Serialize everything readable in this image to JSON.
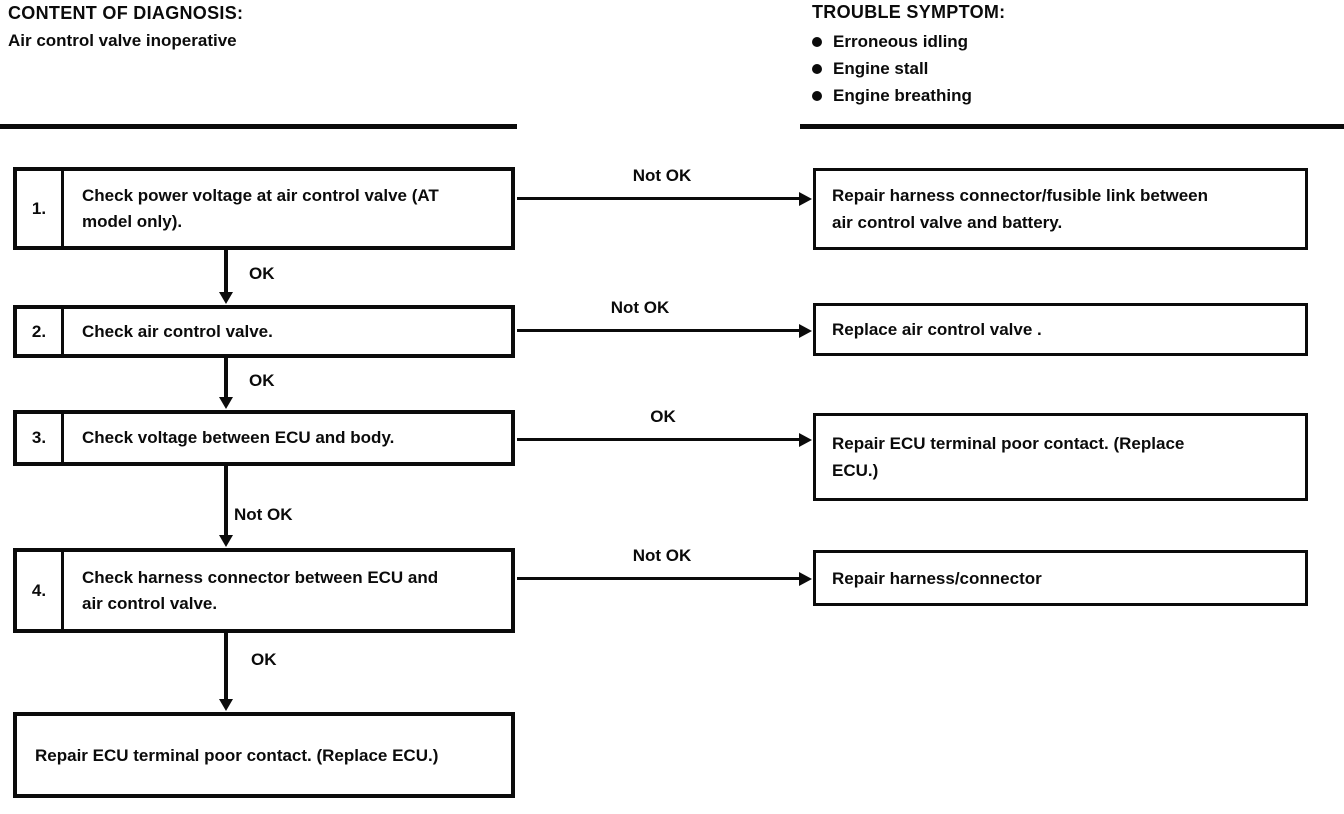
{
  "header": {
    "content_of_diagnosis": {
      "title": "CONTENT OF DIAGNOSIS:",
      "value": "Air control valve inoperative"
    },
    "trouble_symptom": {
      "title": "TROUBLE SYMPTOM:",
      "symptoms": [
        "Erroneous idling",
        "Engine stall",
        "Engine breathing"
      ]
    }
  },
  "flowchart": {
    "steps": [
      {
        "number": "1.",
        "text": "Check power voltage at air control valve (AT model only).",
        "branch_label": "Not OK",
        "branch_result": "Repair harness connector/fusible link between air control valve and battery.",
        "down_label": "OK"
      },
      {
        "number": "2.",
        "text": "Check air control valve.",
        "branch_label": "Not OK",
        "branch_result": "Replace air control valve .",
        "down_label": "OK"
      },
      {
        "number": "3.",
        "text": "Check voltage between ECU and body.",
        "branch_label": "OK",
        "branch_result": "Repair ECU terminal poor contact. (Replace ECU.)",
        "down_label": "Not OK"
      },
      {
        "number": "4.",
        "text": "Check harness connector between ECU and air control valve.",
        "branch_label": "Not OK",
        "branch_result": "Repair harness/connector",
        "down_label": "OK"
      }
    ],
    "final_action": "Repair ECU terminal poor contact. (Replace ECU.)"
  },
  "colors": {
    "ink": "#0b0b0b",
    "background": "#ffffff"
  }
}
